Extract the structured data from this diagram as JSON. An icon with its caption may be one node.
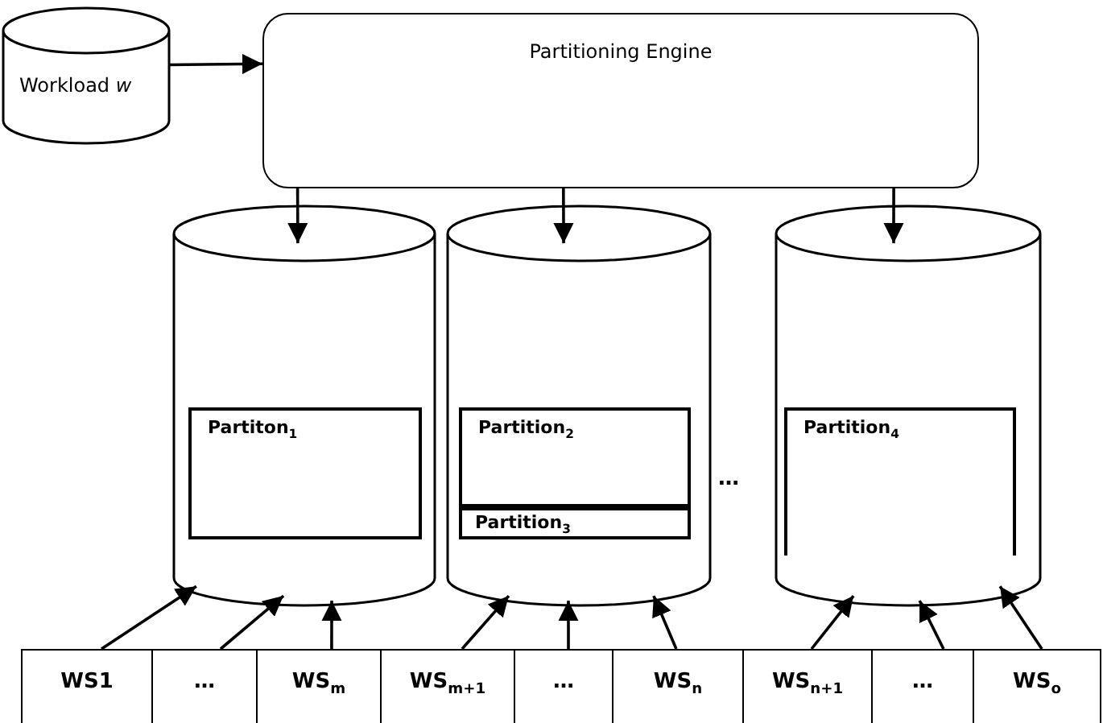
{
  "diagram": {
    "nodes": [
      {
        "text": [
          "Workload *w*"
        ]
      },
      {
        "text": [
          "Partitioning Engine"
        ]
      },
      {
        "text": [],
        "shape": "cylinder"
      },
      {
        "text": [
          "Partiton$_{1}$"
        ],
        "in": 2
      },
      {
        "text": [],
        "shape": "cylinder"
      },
      {
        "text": [
          "Partition$_{2}$"
        ],
        "in": 4
      },
      {
        "text": [
          "Partition$_{3}$"
        ],
        "in": 4
      },
      {
        "text": [],
        "shape": "cylinder"
      },
      {
        "text": [
          "Partition$_{4}$"
        ],
        "in": 7
      },
      {
        "text": [
          "WS1"
        ]
      },
      {
        "text": [
          "…"
        ]
      },
      {
        "text": [
          "WS$_{m}$"
        ]
      },
      {
        "text": [
          "WS$_{m+1}$"
        ]
      },
      {
        "text": [
          "…"
        ]
      },
      {
        "text": [
          "WS$_{n}$"
        ]
      },
      {
        "text": [
          "WS$_{n+1}$"
        ]
      },
      {
        "text": [
          "…"
        ]
      },
      {
        "text": [
          "WS$_{o}$"
        ]
      }
    ],
    "edges": [
      {
        "from": 0,
        "to": 1,
        "arrow": "to"
      },
      {
        "from": 1,
        "to": 2,
        "arrow": "to"
      },
      {
        "from": 1,
        "to": 4,
        "arrow": "to"
      },
      {
        "from": 1,
        "to": 7,
        "arrow": "to"
      },
      {
        "from": 9,
        "to": 2,
        "arrow": "to"
      },
      {
        "from": 10,
        "to": 2,
        "arrow": "to"
      },
      {
        "from": 11,
        "to": 2,
        "arrow": "to"
      },
      {
        "from": 12,
        "to": 4,
        "arrow": "to"
      },
      {
        "from": 13,
        "to": 4,
        "arrow": "to"
      },
      {
        "from": 14,
        "to": 4,
        "arrow": "to"
      },
      {
        "from": 15,
        "to": 7,
        "arrow": "to"
      },
      {
        "from": 16,
        "to": 7,
        "arrow": "to"
      },
      {
        "from": 17,
        "to": 7,
        "arrow": "to"
      }
    ],
    "labels": [
      "…"
    ]
  }
}
